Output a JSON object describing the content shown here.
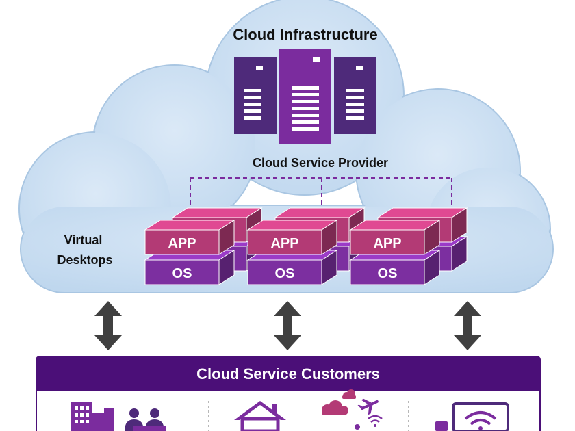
{
  "title": "Cloud Infrastructure",
  "provider_label": "Cloud Service Provider",
  "virtual_desktops_label": [
    "Virtual",
    "Desktops"
  ],
  "vm_stacks": [
    {
      "app_label": "APP",
      "os_label": "OS"
    },
    {
      "app_label": "APP",
      "os_label": "OS"
    },
    {
      "app_label": "APP",
      "os_label": "OS"
    }
  ],
  "customers_label": "Cloud Service Customers",
  "customer_segments": [
    {
      "icons": [
        "buildings-icon",
        "team-meeting-icon"
      ]
    },
    {
      "icons": [
        "home-icon",
        "cloud-icon",
        "airplane-icon",
        "wifi-icon"
      ]
    },
    {
      "icons": [
        "devices-wifi-icon"
      ]
    }
  ],
  "colors": {
    "cloud_fill": "#c9dff2",
    "cloud_stroke": "#a9c6e2",
    "server": "#4e2a7a",
    "app_block": "#b33a75",
    "os_block": "#7c2fa0",
    "customers_bar": "#4b0f78",
    "arrow": "#404040"
  }
}
